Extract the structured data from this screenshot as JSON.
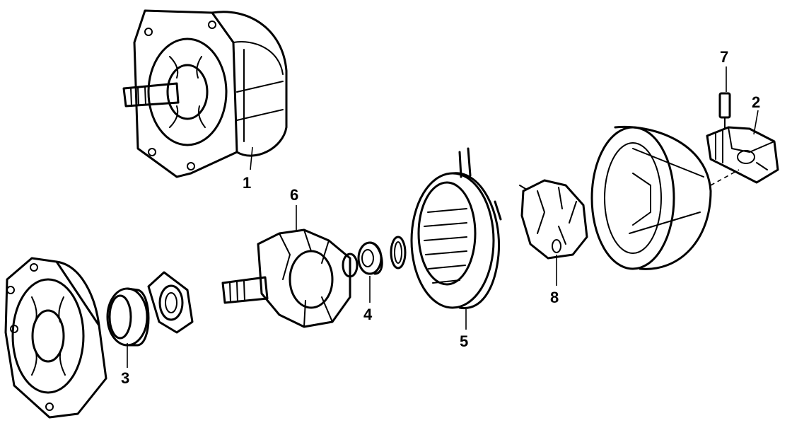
{
  "diagram": {
    "ink_color": "#000000",
    "background_color": "#ffffff",
    "callouts": [
      "1",
      "2",
      "3",
      "4",
      "5",
      "6",
      "7",
      "8"
    ]
  }
}
